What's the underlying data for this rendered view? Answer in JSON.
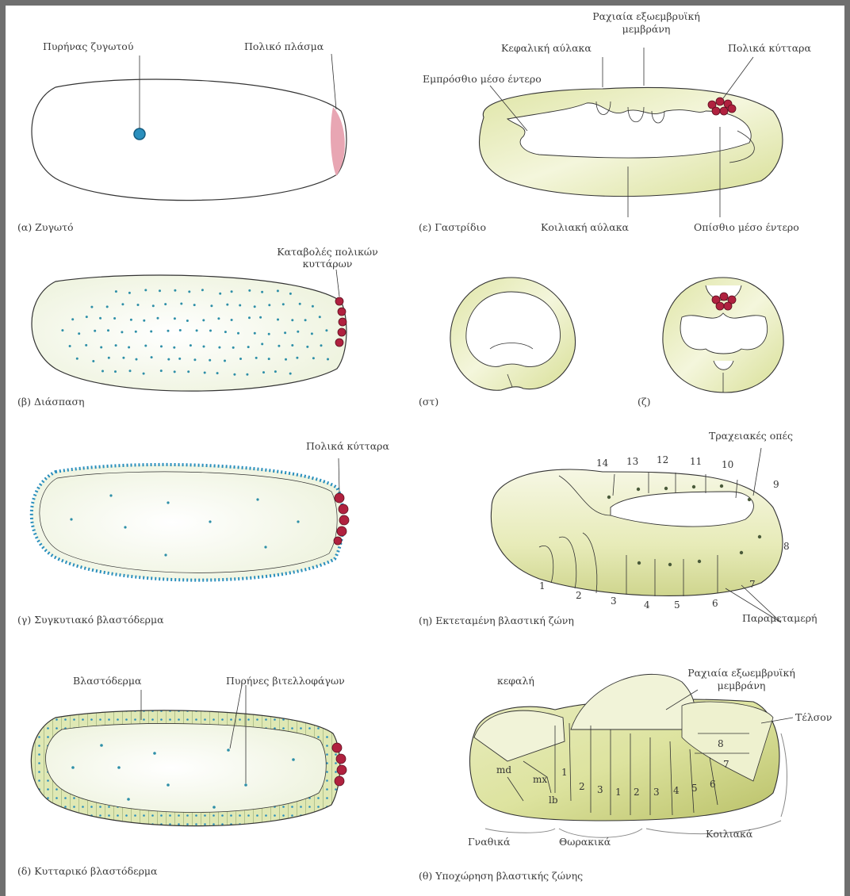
{
  "panels": {
    "a": {
      "caption": "(α) Ζυγωτό",
      "label_nucleus": "Πυρήνας ζυγωτού",
      "label_pole_plasm": "Πολικό πλάσμα"
    },
    "b": {
      "caption": "(β) Διάσπαση",
      "label_pole_buds_line1": "Καταβολές πολικών",
      "label_pole_buds_line2": "κυττάρων"
    },
    "c": {
      "caption": "(γ) Συγκυτιακό βλαστόδερμα",
      "label_pole_cells": "Πολικά κύτταρα"
    },
    "d": {
      "caption": "(δ) Κυτταρικό βλαστόδερμα",
      "label_blastoderm": "Βλαστόδερμα",
      "label_vitellophage": "Πυρήνες βιτελλοφάγων"
    },
    "e": {
      "caption": "(ε) Γαστρίδιο",
      "label_cephalic": "Κεφαλική αύλακα",
      "label_amnion_line1": "Ραχιαία εξωεμβρυϊκή",
      "label_amnion_line2": "μεμβράνη",
      "label_pole_cells": "Πολικά κύτταρα",
      "label_anterior_midgut": "Εμπρόσθιο μέσο έντερο",
      "label_ventral": "Κοιλιακή αύλακα",
      "label_posterior_midgut": "Οπίσθιο μέσο έντερο"
    },
    "f": {
      "caption": "(στ)"
    },
    "g": {
      "caption": "(ζ)"
    },
    "h": {
      "caption": "(η) Εκτεταμένη βλαστική ζώνη",
      "label_tracheal": "Τραχειακές οπές",
      "label_parasegment": "Παραμεταμερή",
      "numbers": [
        "1",
        "2",
        "3",
        "4",
        "5",
        "6",
        "7",
        "8",
        "9",
        "10",
        "11",
        "12",
        "13",
        "14"
      ]
    },
    "i": {
      "caption": "(θ) Υποχώρηση βλαστικής ζώνης",
      "label_head": "κεφαλή",
      "label_amnion_line1": "Ραχιαία εξωεμβρυϊκή",
      "label_amnion_line2": "μεμβράνη",
      "label_telson": "Τέλσον",
      "label_gnathal": "Γναθικά",
      "label_thoracic": "Θωρακικά",
      "label_abdominal": "Κοιλιακά",
      "label_md": "md",
      "label_mx": "mx",
      "label_lb": "lb",
      "thoracic_numbers": [
        "1",
        "2",
        "3"
      ],
      "abdominal_numbers": [
        "1",
        "2",
        "3",
        "4",
        "5",
        "6",
        "7",
        "8"
      ]
    }
  },
  "colors": {
    "tissue": "#e6ebb4",
    "pole_cell": "#b0213f",
    "nucleus": "#2a8fbd",
    "outline": "#333333",
    "frame": "#6f6f6f"
  }
}
